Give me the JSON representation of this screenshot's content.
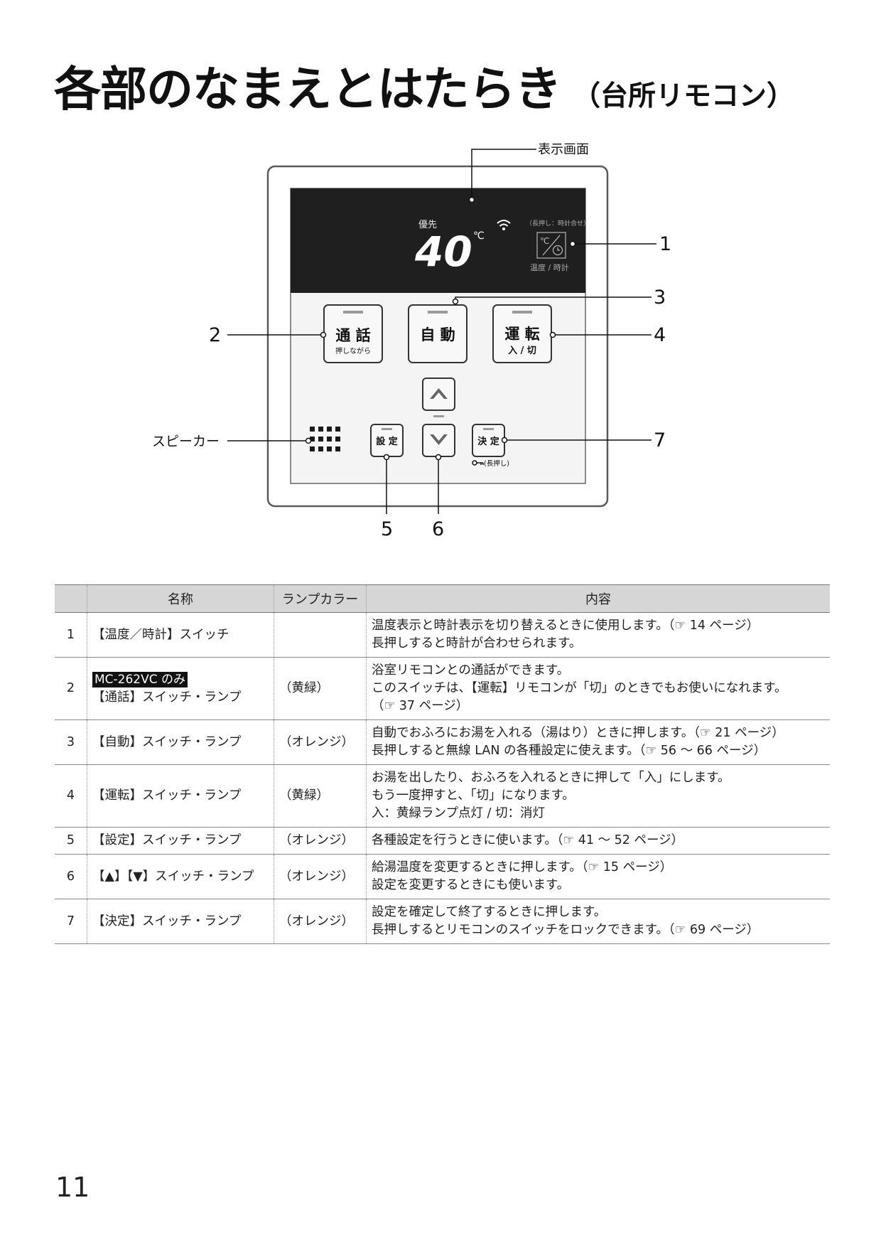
{
  "page": {
    "title": "各部のなまえとはたらき",
    "subtitle": "（台所リモコン）",
    "page_number": "11"
  },
  "diagram": {
    "display_label": "表示画面",
    "speaker_label": "スピーカー",
    "callouts": [
      "1",
      "2",
      "3",
      "4",
      "5",
      "6",
      "7"
    ],
    "screen": {
      "priority": "優先",
      "temperature": "40",
      "unit": "℃",
      "long_press_hint": "（長押し：時計合せ）",
      "temp_clock_label": "温度 / 時計",
      "wifi_icon": "wifi-icon"
    },
    "buttons": {
      "talk": {
        "main": "通 話",
        "sub": "押しながら"
      },
      "auto": {
        "main": "自 動"
      },
      "power": {
        "main": "運 転",
        "sub": "入 / 切"
      },
      "setting": {
        "main": "設 定"
      },
      "confirm": {
        "main": "決 定",
        "sub": "(長押し)"
      }
    },
    "colors": {
      "screen_bg": "#1f1f1f",
      "panel_border": "#555555",
      "lamp": "#9a9a9a"
    }
  },
  "table": {
    "headers": [
      "",
      "名称",
      "ランプカラー",
      "内容"
    ],
    "rows": [
      {
        "no": "1",
        "model": "",
        "name": "【温度／時計】スイッチ",
        "lamp": "",
        "desc": [
          "温度表示と時計表示を切り替えるときに使用します。（☞ 14 ページ）",
          "長押しすると時計が合わせられます。"
        ]
      },
      {
        "no": "2",
        "model": "MC-262VC のみ",
        "name": "【通話】スイッチ・ランプ",
        "lamp": "（黄緑）",
        "desc": [
          "浴室リモコンとの通話ができます。",
          "このスイッチは、【運転】リモコンが「切」のときでもお使いになれます。",
          "（☞ 37 ページ）"
        ]
      },
      {
        "no": "3",
        "model": "",
        "name": "【自動】スイッチ・ランプ",
        "lamp": "（オレンジ）",
        "desc": [
          "自動でおふろにお湯を入れる（湯はり）ときに押します。（☞ 21 ページ）",
          "長押しすると無線 LAN の各種設定に使えます。（☞ 56 ～ 66 ページ）"
        ]
      },
      {
        "no": "4",
        "model": "",
        "name": "【運転】スイッチ・ランプ",
        "lamp": "（黄緑）",
        "desc": [
          "お湯を出したり、おふろを入れるときに押して「入」にします。",
          "もう一度押すと、「切」になります。",
          "入：黄緑ランプ点灯 / 切：消灯"
        ]
      },
      {
        "no": "5",
        "model": "",
        "name": "【設定】スイッチ・ランプ",
        "lamp": "（オレンジ）",
        "desc": [
          "各種設定を行うときに使います。（☞ 41 ～ 52 ページ）"
        ]
      },
      {
        "no": "6",
        "model": "",
        "name": "【▲】【▼】スイッチ・ランプ",
        "lamp": "（オレンジ）",
        "desc": [
          "給湯温度を変更するときに押します。（☞ 15 ページ）",
          "設定を変更するときにも使います。"
        ]
      },
      {
        "no": "7",
        "model": "",
        "name": "【決定】スイッチ・ランプ",
        "lamp": "（オレンジ）",
        "desc": [
          "設定を確定して終了するときに押します。",
          "長押しするとリモコンのスイッチをロックできます。（☞ 69 ページ）"
        ]
      }
    ]
  }
}
